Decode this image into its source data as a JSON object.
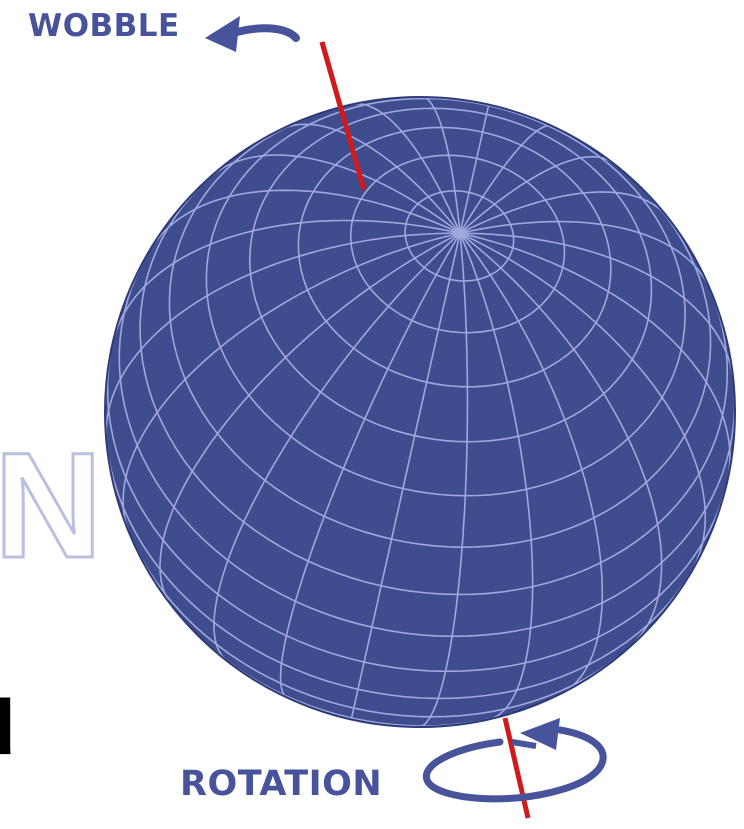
{
  "labels": {
    "wobble": "WOBBLE",
    "rotation": "ROTATION"
  },
  "edge_text": {
    "outlined_letter": "N",
    "black_letter": "d"
  },
  "colors": {
    "globe": "#3f4c8e",
    "grid": "#aab4e6",
    "axis": "#d11b1b",
    "arrow": "#47539a",
    "label": "#47539a"
  },
  "icons": [
    "wobble-arrow-icon",
    "rotation-arrow-icon"
  ]
}
